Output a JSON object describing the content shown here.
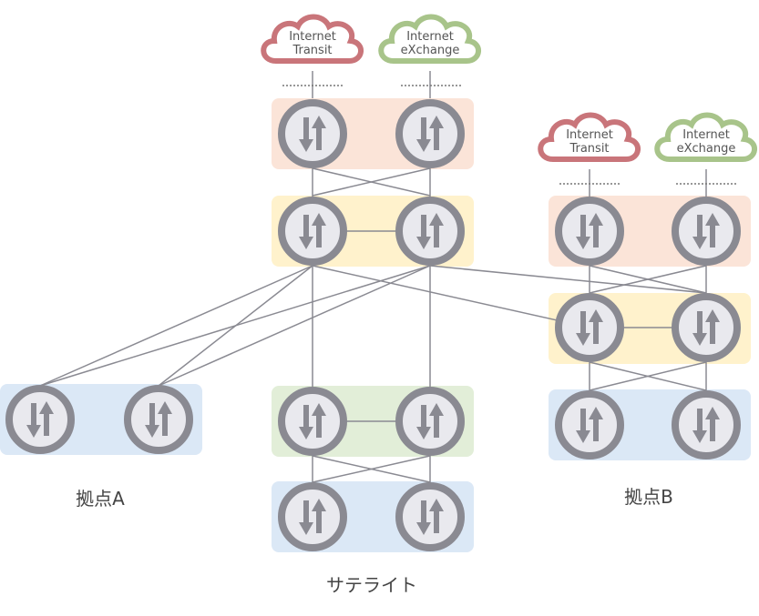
{
  "colors": {
    "peach": "#fbe4d8",
    "yellow": "#fff2cc",
    "green": "#e2eed8",
    "blue": "#dbe8f6",
    "router_ring": "#8a8a92",
    "router_fill": "#e9e9ee",
    "router_arrow": "#8a8a92",
    "link": "#8a8a92",
    "cloud_transit": "#c9757a",
    "cloud_exchange": "#a8c48a"
  },
  "clouds": [
    {
      "id": "center-transit",
      "kind": "transit",
      "line1": "Internet",
      "line2": "Transit"
    },
    {
      "id": "center-exchange",
      "kind": "exchange",
      "line1": "Internet",
      "line2": "eXchange"
    },
    {
      "id": "b-transit",
      "kind": "transit",
      "line1": "Internet",
      "line2": "Transit"
    },
    {
      "id": "b-exchange",
      "kind": "exchange",
      "line1": "Internet",
      "line2": "eXchange"
    }
  ],
  "labels": {
    "site_a": "拠点A",
    "site_b": "拠点B",
    "satellite": "サテライト"
  },
  "icons": {
    "router": "router-icon",
    "cloud": "cloud-icon"
  }
}
